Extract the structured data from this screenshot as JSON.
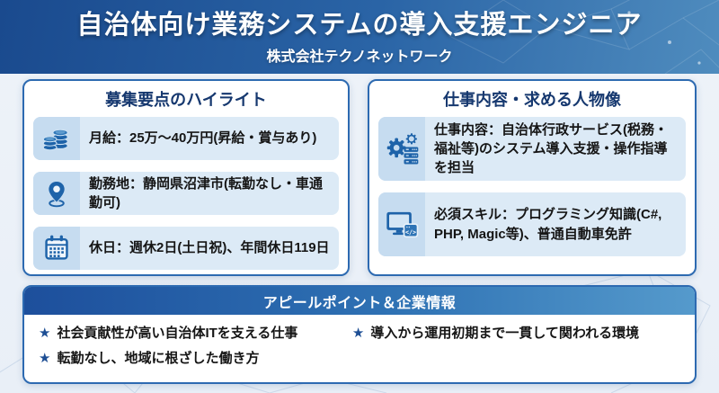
{
  "header": {
    "title": "自治体向け業務システムの導入支援エンジニア",
    "company": "株式会社テクノネットワーク"
  },
  "left_card": {
    "title": "募集要点のハイライト",
    "items": [
      {
        "icon": "coins-icon",
        "text": "月給：25万～40万円(昇給・賞与あり)"
      },
      {
        "icon": "location-pin-icon",
        "text": "勤務地：静岡県沼津市(転勤なし・車通勤可)"
      },
      {
        "icon": "calendar-icon",
        "text": "休日：週休2日(土日祝)、年間休日119日"
      }
    ]
  },
  "right_card": {
    "title": "仕事内容・求める人物像",
    "items": [
      {
        "icon": "gear-server-icon",
        "text": "仕事内容：自治体行政サービス(税務・福祉等)のシステム導入支援・操作指導を担当"
      },
      {
        "icon": "monitor-code-icon",
        "text": "必須スキル：プログラミング知識(C#, PHP, Magic等)、普通自動車免許"
      }
    ]
  },
  "appeal": {
    "title": "アピールポイント＆企業情報",
    "bullet": "★",
    "points": [
      "社会貢献性が高い自治体ITを支える仕事",
      "導入から運用初期まで一貫して関われる環境",
      "転勤なし、地域に根ざした働き方"
    ]
  },
  "icons": {
    "code_glyph": "</>"
  },
  "colors": {
    "header_gradient_start": "#1a4a8e",
    "header_gradient_end": "#4f8cbe",
    "card_border": "#2d6ab1",
    "card_title": "#16386f",
    "row_bg": "#dceaf6",
    "icon_cell_bg": "#c6dcf0",
    "icon_blue": "#1e63a9",
    "appeal_bar_start": "#1d4f9c",
    "appeal_bar_end": "#559acc",
    "star": "#1d4e94",
    "page_bg": "#eef3f9",
    "text": "#151515"
  }
}
